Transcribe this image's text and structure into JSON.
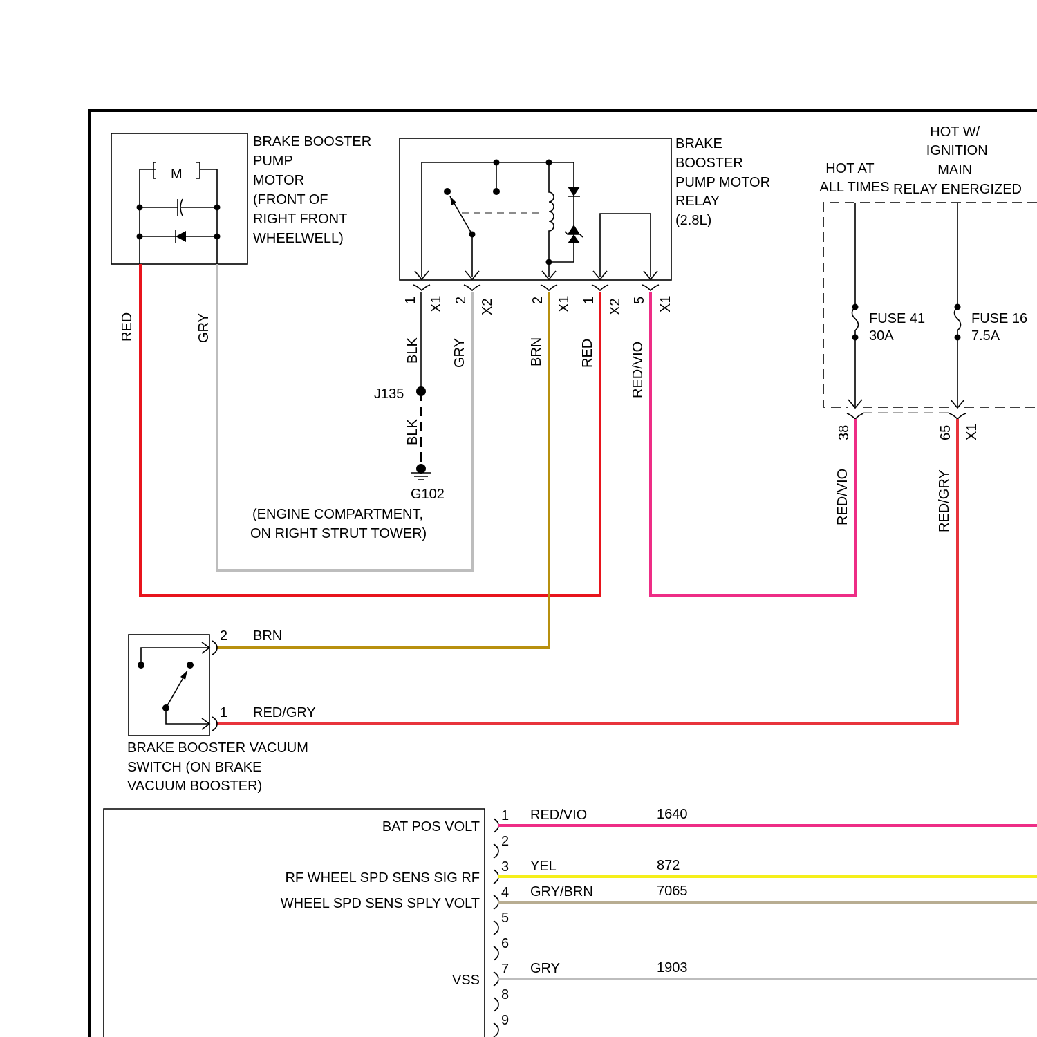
{
  "components": {
    "pump_motor": {
      "symbol": "M",
      "label_lines": [
        "BRAKE BOOSTER",
        "PUMP",
        "MOTOR",
        "(FRONT OF",
        "RIGHT FRONT",
        "WHEELWELL)"
      ]
    },
    "relay": {
      "label_lines": [
        "BRAKE",
        "BOOSTER",
        "PUMP MOTOR",
        "RELAY",
        "(2.8L)"
      ],
      "pins": [
        {
          "pin": "1",
          "conn": "X1"
        },
        {
          "pin": "2",
          "conn": "X2"
        },
        {
          "pin": "2",
          "conn": "X1"
        },
        {
          "pin": "1",
          "conn": "X2"
        },
        {
          "pin": "5",
          "conn": "X1"
        }
      ]
    },
    "power": {
      "hot_at_all_times": [
        "HOT AT",
        "ALL TIMES"
      ],
      "hot_ignition": [
        "HOT W/",
        "IGNITION",
        "MAIN",
        "RELAY ENERGIZED"
      ],
      "fuse41": {
        "name": "FUSE 41",
        "rating": "30A"
      },
      "fuse16": {
        "name": "FUSE 16",
        "rating": "7.5A"
      },
      "pin38": "38",
      "pin65": "65",
      "conn": "X1"
    },
    "ground": {
      "splice": "J135",
      "ground_id": "G102",
      "location_lines": [
        "(ENGINE COMPARTMENT,",
        "ON RIGHT STRUT TOWER)"
      ]
    },
    "vacuum_switch": {
      "label_lines": [
        "BRAKE BOOSTER VACUUM",
        "SWITCH (ON BRAKE",
        "VACUUM BOOSTER)"
      ],
      "pin2": "2",
      "pin2_wire": "BRN",
      "pin1": "1",
      "pin1_wire": "RED/GRY"
    }
  },
  "wires": {
    "motor_red": "RED",
    "motor_gry": "GRY",
    "relay_x1_1": "BLK",
    "ground_blk": "BLK",
    "relay_x2_2": "GRY",
    "relay_x1_2": "BRN",
    "relay_x2_1": "RED",
    "relay_x1_5": "RED/VIO",
    "fuse41_out": "RED/VIO",
    "fuse16_out": "RED/GRY"
  },
  "module": {
    "signals": [
      {
        "pin": "1",
        "signal": "BAT POS VOLT",
        "color": "RED/VIO",
        "circuit": "1640"
      },
      {
        "pin": "2",
        "signal": "",
        "color": "",
        "circuit": ""
      },
      {
        "pin": "3",
        "signal": "RF WHEEL SPD SENS SIG RF",
        "color": "YEL",
        "circuit": "872"
      },
      {
        "pin": "4",
        "signal": "WHEEL SPD SENS SPLY VOLT",
        "color": "GRY/BRN",
        "circuit": "7065"
      },
      {
        "pin": "5",
        "signal": "",
        "color": "",
        "circuit": ""
      },
      {
        "pin": "6",
        "signal": "",
        "color": "",
        "circuit": ""
      },
      {
        "pin": "7",
        "signal": "VSS",
        "color": "GRY",
        "circuit": "1903"
      },
      {
        "pin": "8",
        "signal": "",
        "color": "",
        "circuit": ""
      },
      {
        "pin": "9",
        "signal": "",
        "color": "",
        "circuit": ""
      }
    ]
  },
  "colors": {
    "red": "#e8141c",
    "gry": "#bdbdbd",
    "brn": "#b8900f",
    "blk": "#3a3a3a",
    "red_vio": "#ee2d86",
    "red_gry": "#e8343c",
    "yel": "#f5ef1a",
    "gry_brn": "#b8ad92"
  }
}
